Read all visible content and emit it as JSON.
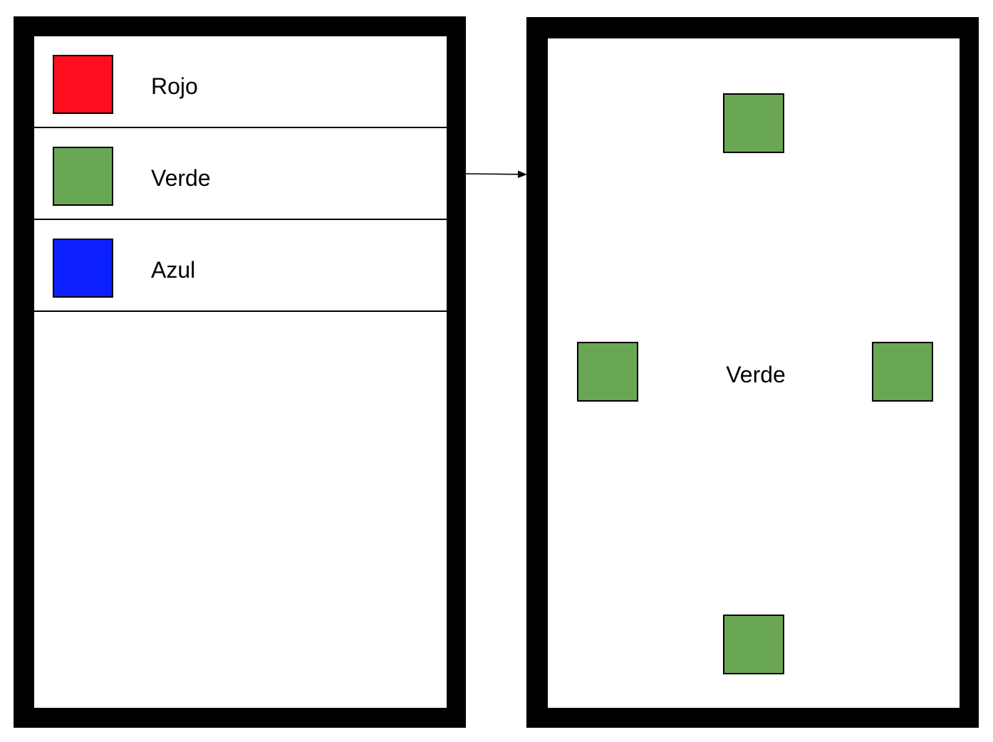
{
  "list": {
    "items": [
      {
        "label": "Rojo",
        "color": "#ff0d1f"
      },
      {
        "label": "Verde",
        "color": "#6aa755"
      },
      {
        "label": "Azul",
        "color": "#0c20ff"
      }
    ]
  },
  "detail": {
    "label": "Verde",
    "color": "#6aa755"
  }
}
